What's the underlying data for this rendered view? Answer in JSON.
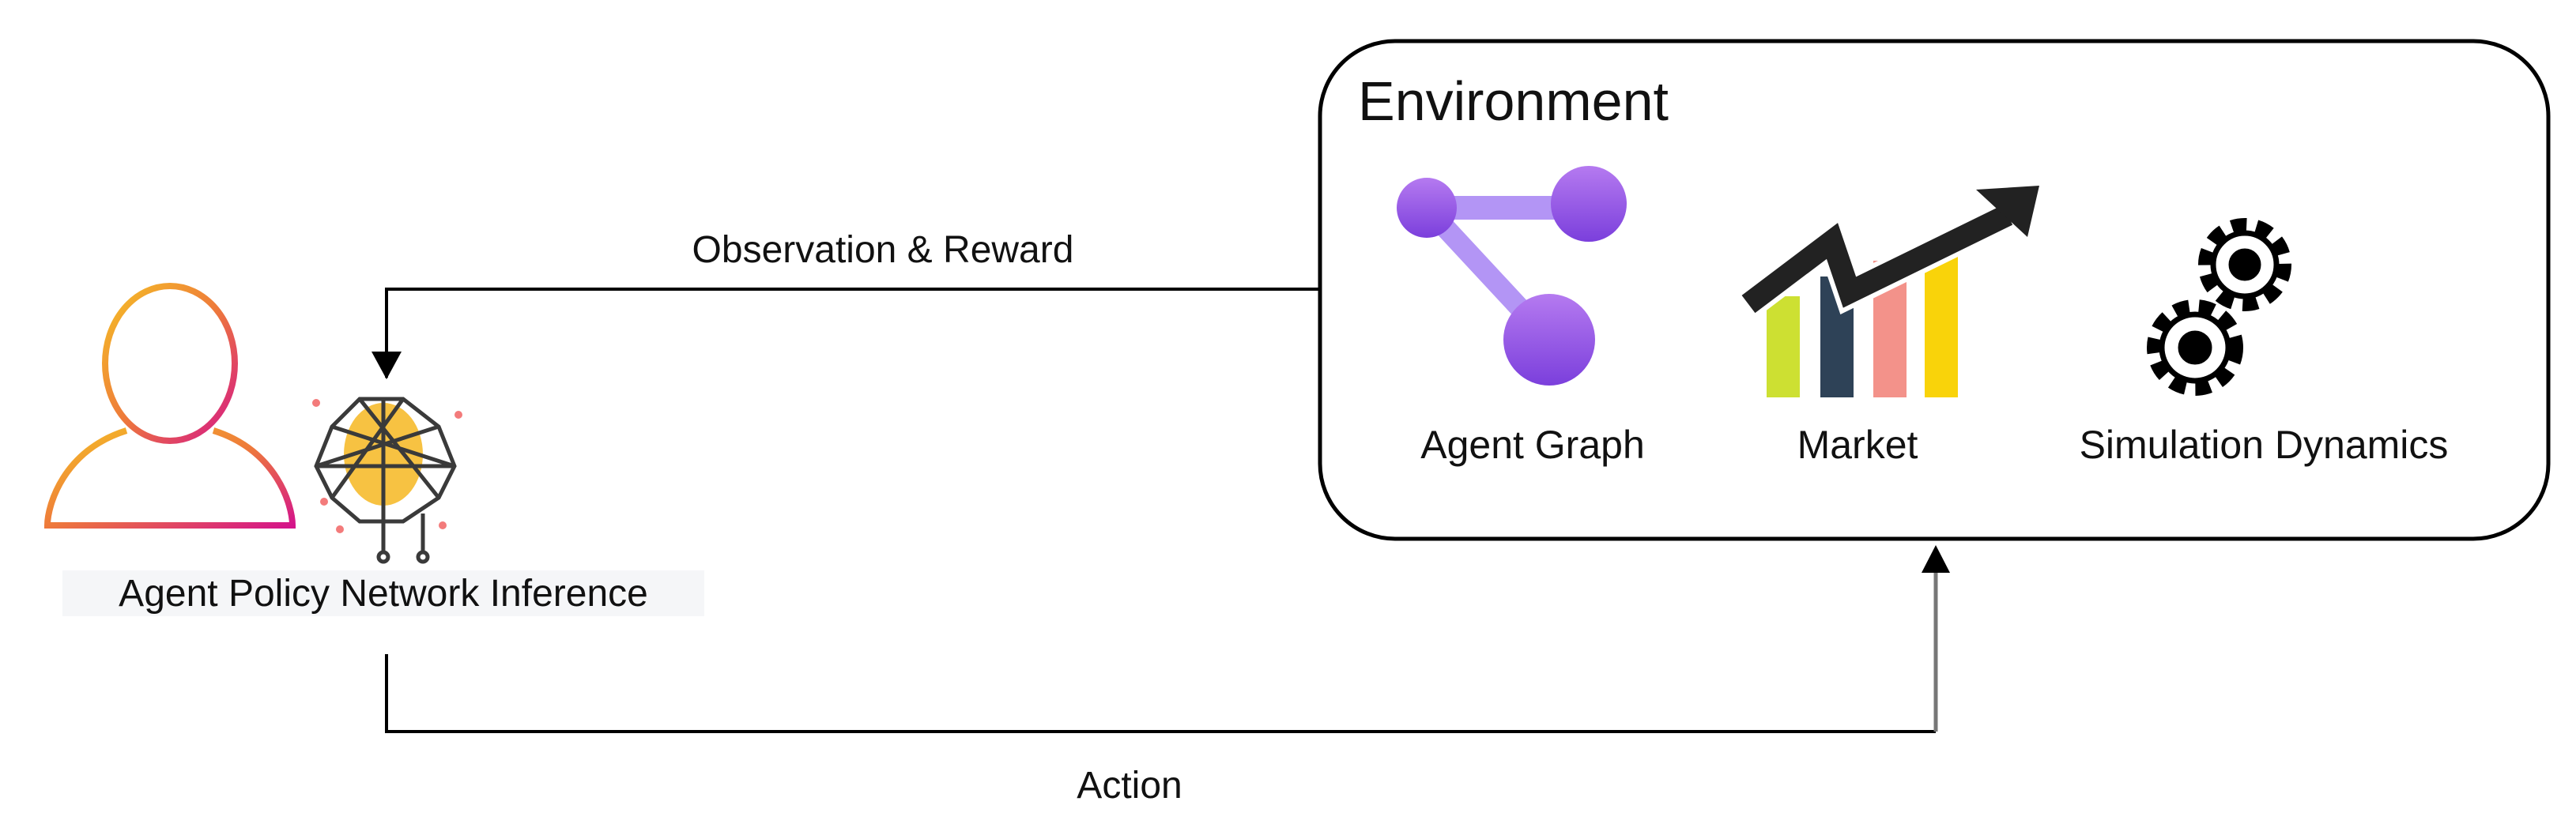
{
  "agent": {
    "label": "Agent Policy Network Inference",
    "icons": [
      "user-icon",
      "neural-network-icon"
    ],
    "colors": {
      "user_gradient_start": "#f5c026",
      "user_gradient_mid": "#ee7a3a",
      "user_gradient_end": "#d4148a",
      "network_fill": "#f7c242"
    }
  },
  "environment": {
    "title": "Environment",
    "components": [
      {
        "label": "Agent Graph",
        "icon": "graph-nodes-icon",
        "color": "#9b5de5"
      },
      {
        "label": "Market",
        "icon": "rising-bar-chart-icon",
        "bar_colors": [
          "#cde032",
          "#2e4257",
          "#f3928a",
          "#f9d30a"
        ]
      },
      {
        "label": "Simulation Dynamics",
        "icon": "gears-icon"
      }
    ]
  },
  "edges": [
    {
      "from": "Environment",
      "to": "Agent Policy Network Inference",
      "label": "Observation & Reward"
    },
    {
      "from": "Agent Policy Network Inference",
      "to": "Environment",
      "label": "Action"
    }
  ]
}
